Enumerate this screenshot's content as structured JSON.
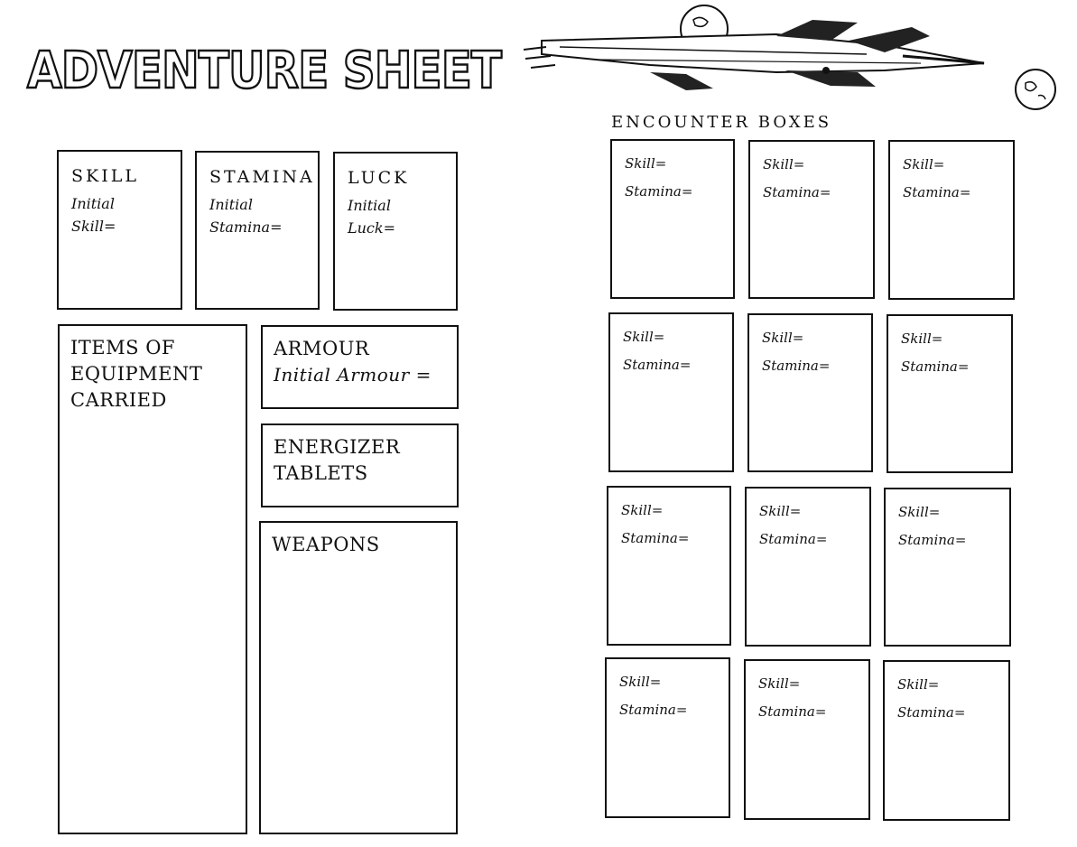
{
  "title": "ADVENTURE SHEET",
  "stats": [
    {
      "name": "SKILL",
      "sub1": "Initial",
      "sub2": "Skill="
    },
    {
      "name": "STAMINA",
      "sub1": "Initial",
      "sub2": "Stamina="
    },
    {
      "name": "LUCK",
      "sub1": "Initial",
      "sub2": "Luck="
    }
  ],
  "equipment": {
    "line1": "ITEMS OF",
    "line2": "EQUIPMENT",
    "line3": "CARRIED"
  },
  "armour": {
    "label": "ARMOUR",
    "sub": "Initial Armour ="
  },
  "energizer": {
    "line1": "ENERGIZER",
    "line2": "TABLETS"
  },
  "weapons": {
    "label": "WEAPONS"
  },
  "encounters": {
    "header": "ENCOUNTER BOXES",
    "skill_label": "Skill=",
    "stamina_label": "Stamina="
  }
}
